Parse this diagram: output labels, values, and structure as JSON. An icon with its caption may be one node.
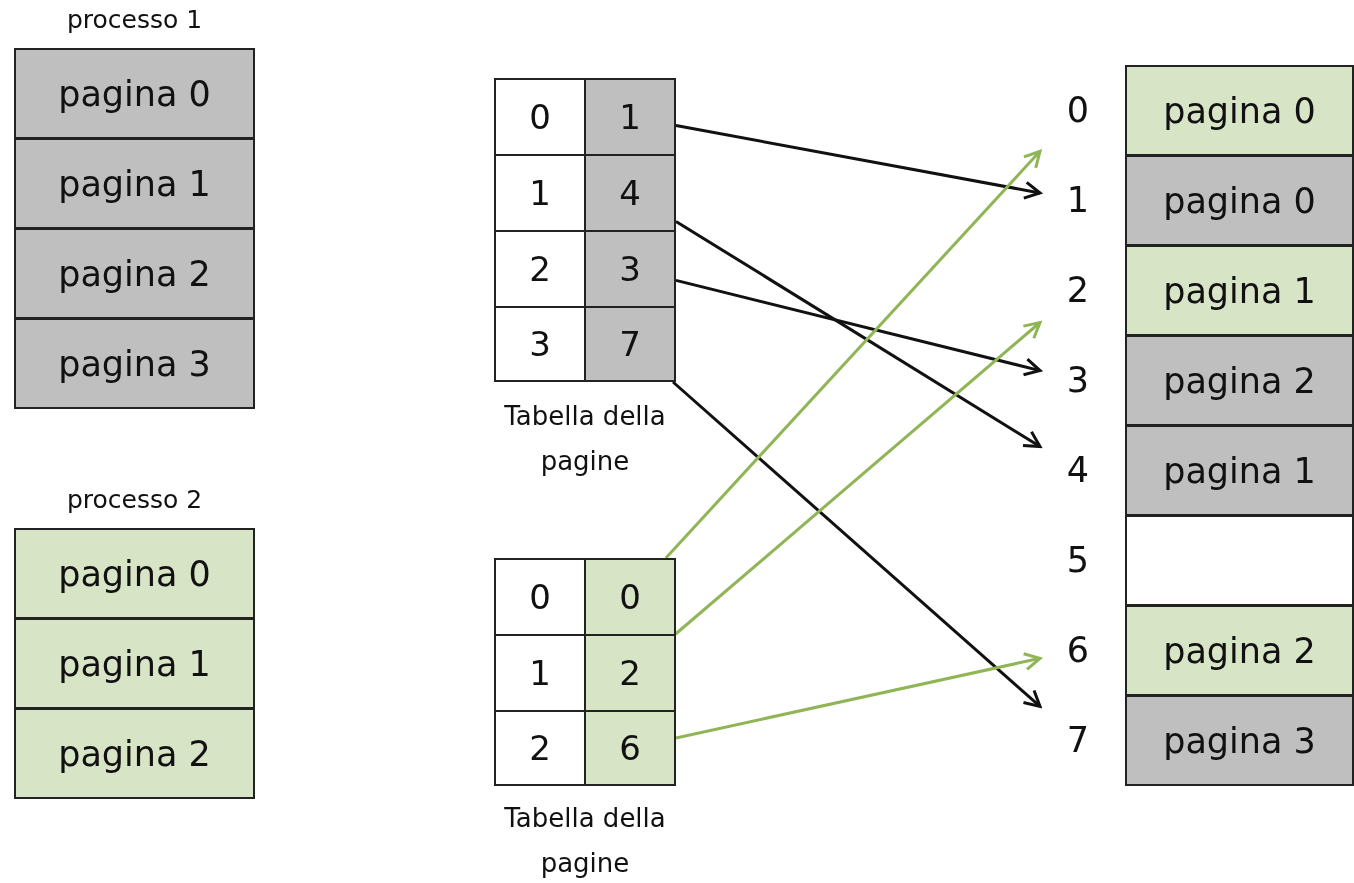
{
  "diagram": {
    "nodes": [
      {
        "text": [
          "processo 1"
        ]
      },
      {
        "text": [
          "pagina 0"
        ],
        "in": 0
      },
      {
        "text": [
          "pagina 1"
        ],
        "in": 0
      },
      {
        "text": [
          "pagina 2"
        ],
        "in": 0
      },
      {
        "text": [
          "pagina 3"
        ],
        "in": 0
      },
      {
        "text": [
          "processo 2"
        ]
      },
      {
        "text": [
          "pagina 0"
        ],
        "in": 5
      },
      {
        "text": [
          "pagina 1"
        ],
        "in": 5
      },
      {
        "text": [
          "pagina 2"
        ],
        "in": 5
      },
      {
        "text": [
          "Tabella della pagine"
        ]
      },
      {
        "text": [
          "0"
        ],
        "in": 9
      },
      {
        "text": [
          "1"
        ],
        "in": 9
      },
      {
        "text": [
          "1"
        ],
        "in": 9
      },
      {
        "text": [
          "4"
        ],
        "in": 9
      },
      {
        "text": [
          "2"
        ],
        "in": 9
      },
      {
        "text": [
          "3"
        ],
        "in": 9
      },
      {
        "text": [
          "3"
        ],
        "in": 9
      },
      {
        "text": [
          "7"
        ],
        "in": 9
      },
      {
        "text": [
          "Tabella della pagine"
        ]
      },
      {
        "text": [
          "0"
        ],
        "in": 18
      },
      {
        "text": [
          "0"
        ],
        "in": 18
      },
      {
        "text": [
          "1"
        ],
        "in": 18
      },
      {
        "text": [
          "2"
        ],
        "in": 18
      },
      {
        "text": [
          "2"
        ],
        "in": 18
      },
      {
        "text": [
          "6"
        ],
        "in": 18
      },
      {
        "text": [
          "0"
        ]
      },
      {
        "text": [
          "1"
        ]
      },
      {
        "text": [
          "2"
        ]
      },
      {
        "text": [
          "3"
        ]
      },
      {
        "text": [
          "4"
        ]
      },
      {
        "text": [
          "5"
        ]
      },
      {
        "text": [
          "6"
        ]
      },
      {
        "text": [
          "7"
        ]
      },
      {
        "text": [
          "pagina 0"
        ]
      },
      {
        "text": [
          "pagina 0"
        ]
      },
      {
        "text": [
          "pagina 1"
        ]
      },
      {
        "text": [
          "pagina 2"
        ]
      },
      {
        "text": [
          "pagina 1"
        ]
      },
      {
        "text": [],
        "shape": "box"
      },
      {
        "text": [
          "pagina 2"
        ]
      },
      {
        "text": [
          "pagina 3"
        ]
      }
    ],
    "edges": [
      {
        "from": 11,
        "to": 26,
        "arrow": "to"
      },
      {
        "from": 13,
        "to": 29,
        "arrow": "to"
      },
      {
        "from": 15,
        "to": 28,
        "arrow": "to"
      },
      {
        "from": 17,
        "to": 32,
        "arrow": "to"
      },
      {
        "from": 20,
        "to": 25,
        "arrow": "to",
        "color": "#8fb556"
      },
      {
        "from": 22,
        "to": 27,
        "arrow": "to",
        "color": "#8fb556"
      },
      {
        "from": 24,
        "to": 31,
        "arrow": "to",
        "color": "#8fb556"
      }
    ]
  }
}
